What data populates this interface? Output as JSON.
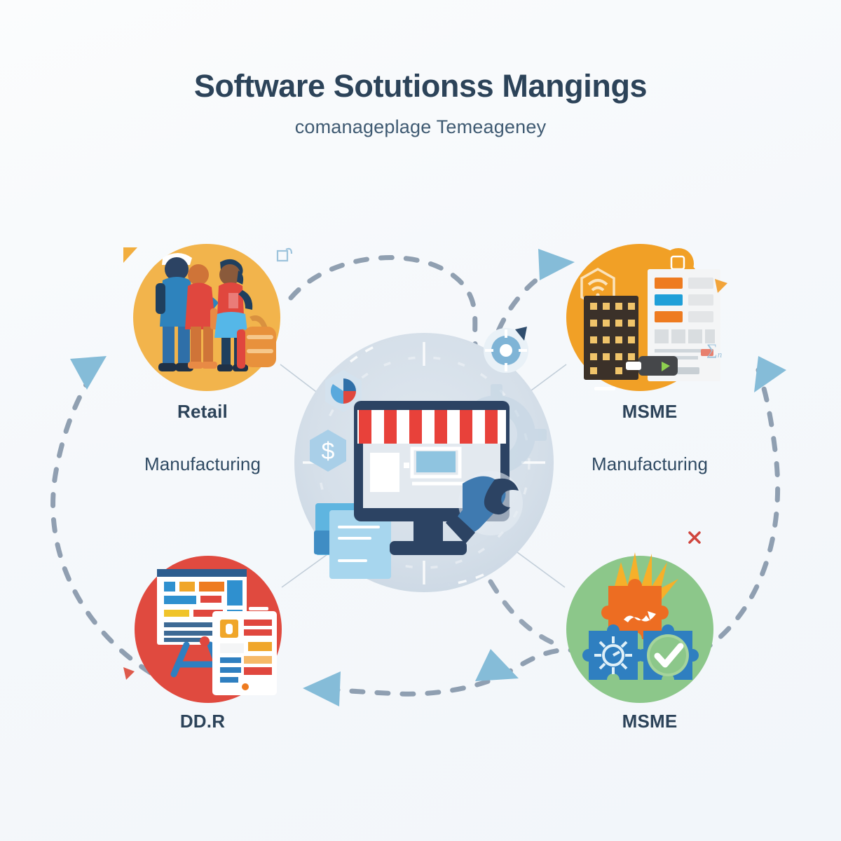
{
  "header": {
    "title": "Software Sotutionss Mangings",
    "subtitle": "comanageplage Temeageney"
  },
  "center": {
    "name": "online-storefront-monitor",
    "circle_color": "#d6dfe9",
    "monitor_frame_color": "#2c4363",
    "awning_stripe_color": "#e8413a",
    "badges": [
      "pie-chart-badge",
      "dollar-badge",
      "gear-badge",
      "document-badge",
      "wrench-badge"
    ]
  },
  "nodes": [
    {
      "id": "top-left",
      "title": "Retail",
      "subtitle": "Manufacturing",
      "circle_color": "#f2b44c",
      "icon": "shoppers-people-icon"
    },
    {
      "id": "top-right",
      "title": "MSME",
      "subtitle": "Manufacturing",
      "circle_color": "#f1a026",
      "icon": "server-dashboard-icon"
    },
    {
      "id": "bottom-left",
      "title": "DD.R",
      "subtitle": "",
      "circle_color": "#e04a3f",
      "icon": "presentation-board-tablet-icon"
    },
    {
      "id": "bottom-right",
      "title": "MSME",
      "subtitle": "",
      "circle_color": "#8cc78a",
      "icon": "puzzle-pieces-icon"
    }
  ],
  "connectors": {
    "style": "dashed",
    "dash_color": "#6d8298",
    "arrow_color": "#85bcd8",
    "count": 5
  },
  "accents": [
    {
      "name": "orange-triangle-accent",
      "color": "#f2ae3f"
    },
    {
      "name": "orange-arrow-accent",
      "color": "#f2a43a"
    },
    {
      "name": "red-x-accent",
      "color": "#d0443c"
    },
    {
      "name": "red-arrow-accent",
      "color": "#de5a4c"
    },
    {
      "name": "blue-sketch-accent",
      "color": "#9dc3dc"
    }
  ],
  "palette": {
    "background": "#f7f9fb",
    "ink": "#2c4359",
    "accent_blue": "#85bcd8",
    "accent_orange": "#f1a026",
    "accent_red": "#e04a3f",
    "accent_green": "#8cc78a"
  }
}
